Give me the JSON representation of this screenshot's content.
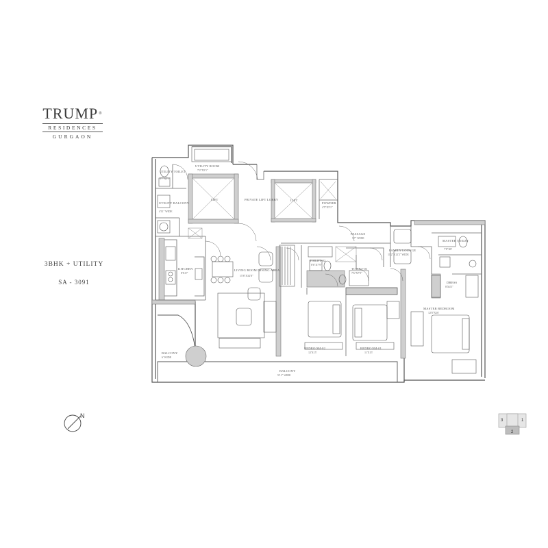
{
  "logo": {
    "brand": "TRUMP",
    "mark": "®",
    "line2": "RESIDENCES",
    "line3": "GURGAON"
  },
  "unit": {
    "type": "3BHK + UTILITY",
    "super_area": "SA - 3091"
  },
  "rooms": {
    "utility_toilet": {
      "name": "UTILITY TOILET",
      "dim": "5'7\"X5'1\""
    },
    "utility_room": {
      "name": "UTILITY ROOM",
      "dim": "7'2\"X5'1\""
    },
    "lift_1": {
      "name": "LIFT"
    },
    "private_lift_lobby": {
      "name": "PRIVATE LIFT LOBBY"
    },
    "lift_2": {
      "name": "LIFT"
    },
    "powder": {
      "name": "POWDER",
      "dim": "4'5\"X5'1\""
    },
    "utility_balcony": {
      "name": "UTILITY BALCONY",
      "dim": "4'11\" WIDE"
    },
    "passage": {
      "name": "PASSAGE",
      "dim": "5'7\" WIDE"
    },
    "family_lounge": {
      "name": "FAMILY LOUNGE",
      "dim": "11'2\"X12'2\" WIDE"
    },
    "master_toilet": {
      "name": "MASTER TOILET",
      "dim": "7'8\"X8'"
    },
    "kitchen": {
      "name": "KITCHEN",
      "dim": "8'X17'"
    },
    "living_dining": {
      "name": "LIVING ROOM DINING AREA",
      "dim": "15'8\"X32'8\""
    },
    "toilet_2": {
      "name": "TOILET-02",
      "dim": "8'6\"X7'9\""
    },
    "toilet_1": {
      "name": "TOILET-01",
      "dim": "7'6\"X7'9\""
    },
    "dress": {
      "name": "DRESS",
      "dim": "8'X4'1\""
    },
    "master_bedroom": {
      "name": "MASTER BEDROOM",
      "dim": "12'8\"X16'"
    },
    "bedroom_2": {
      "name": "BEDROOM-02",
      "dim": "12'X15'"
    },
    "bedroom_1": {
      "name": "BEDROOM-01",
      "dim": "11'X15'"
    },
    "balcony_side": {
      "name": "BALCONY",
      "dim": "6' WIDE"
    },
    "balcony_front": {
      "name": "BALCONY",
      "dim": "5'11\" WIDE"
    }
  },
  "north": {
    "label": "N"
  },
  "key_plan": {
    "cells": [
      "3",
      "1",
      "2"
    ]
  },
  "colors": {
    "wall": "#777777",
    "wall_fill": "#cfcfcf",
    "line": "#444444",
    "key_fill": "#bdbdbd"
  }
}
